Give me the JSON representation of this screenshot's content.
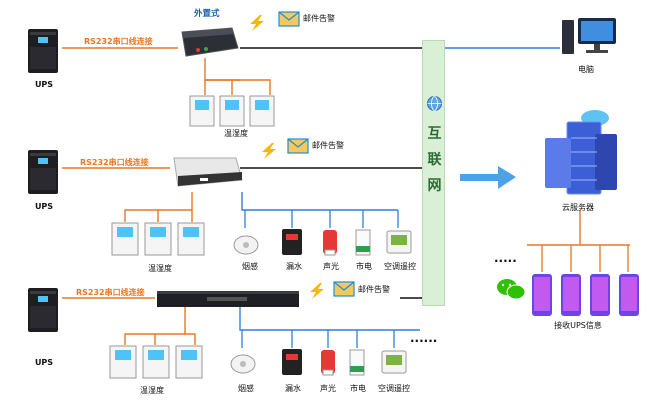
{
  "rows": [
    {
      "ups": "UPS",
      "link": "RS232串口线连接",
      "device": "外置式",
      "email": "邮件告警",
      "sensors": [
        "温湿度"
      ]
    },
    {
      "ups": "UPS",
      "link": "RS232串口线连接",
      "email": "邮件告警",
      "sensors": [
        "温湿度",
        "烟感",
        "漏水",
        "声光",
        "市电",
        "空调遥控"
      ]
    },
    {
      "ups": "UPS",
      "link": "RS232串口线连接",
      "email": "邮件告警",
      "sensors": [
        "温湿度",
        "烟感",
        "漏水",
        "声光",
        "市电",
        "空调遥控"
      ]
    }
  ],
  "internet": [
    "互",
    "联",
    "网"
  ],
  "computer": "电脑",
  "cloud": "云服务器",
  "receive": "接收UPS信息",
  "colors": {
    "serial": "#e87722",
    "lan": "#2f7fe0",
    "internet_bg": "#d9efd6",
    "phone": "#8a5cf0",
    "arrow": "#4aa3e8"
  }
}
